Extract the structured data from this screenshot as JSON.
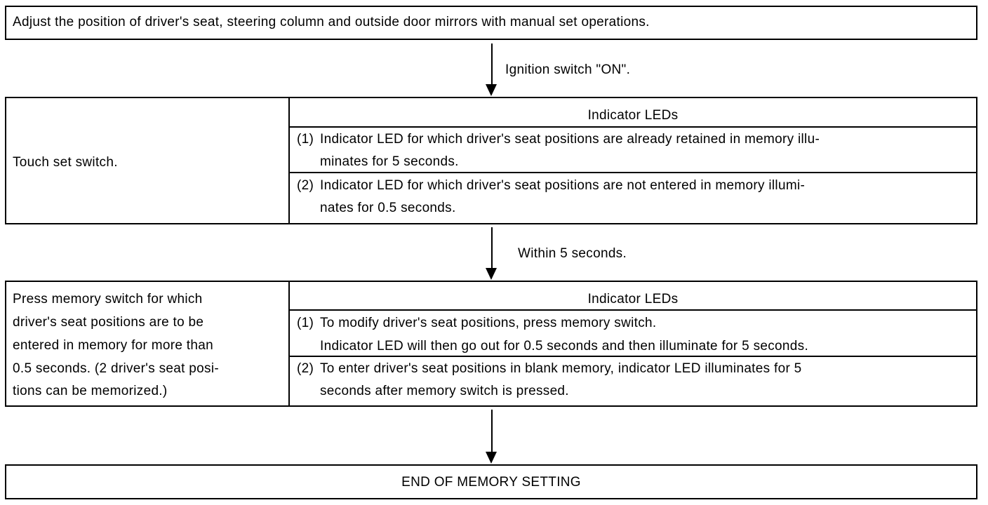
{
  "flow": {
    "start_text": "Adjust the position of driver's seat, steering column and outside door mirrors with manual set operations.",
    "arrow1_label": "Ignition switch \"ON\".",
    "step1": {
      "action": "Touch set switch.",
      "indicator_header": "Indicator LEDs",
      "item1": {
        "number": "(1)",
        "line1": "Indicator LED for which driver's seat positions are already retained in memory illu-",
        "line2": "minates for 5 seconds."
      },
      "item2": {
        "number": "(2)",
        "line1": "Indicator LED for which driver's seat positions are not entered in memory illumi-",
        "line2": "nates for 0.5 seconds."
      }
    },
    "arrow2_label": "Within 5 seconds.",
    "step2": {
      "action_lines": [
        "Press memory switch for which",
        "driver's seat positions are to be",
        "entered in memory for more than",
        "0.5 seconds. (2 driver's seat posi-",
        "tions can be memorized.)"
      ],
      "indicator_header": "Indicator LEDs",
      "item1": {
        "number": "(1)",
        "line1": "To modify driver's seat positions, press memory switch.",
        "line2": "Indicator LED will then go out for 0.5 seconds and then illuminate for 5 seconds."
      },
      "item2": {
        "number": "(2)",
        "line1": "To enter driver's seat positions in blank memory, indicator LED illuminates for 5",
        "line2": "seconds after memory switch is pressed."
      }
    },
    "end_text": "END OF MEMORY SETTING"
  }
}
